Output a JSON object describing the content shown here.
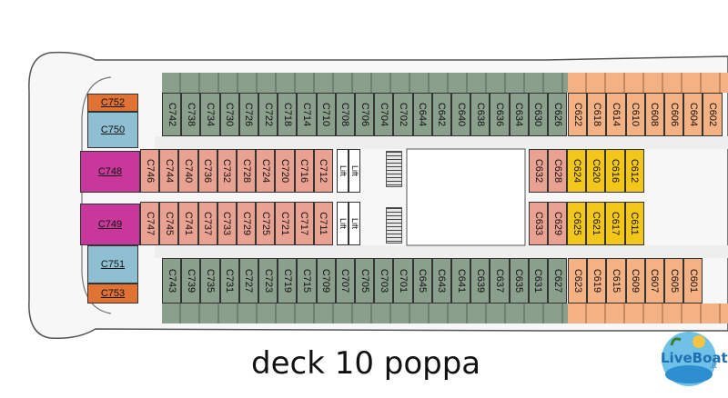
{
  "deck": {
    "title": "deck 10 poppa"
  },
  "logo": {
    "text": "LiveBoat",
    "suffix": ".it"
  },
  "lifts": {
    "label": "Lift"
  },
  "colors": {
    "suite_orange": "#e07234",
    "suite_blue": "#8fbfd2",
    "suite_magenta": "#c8389a",
    "balcony_gray": "#8a9f8c",
    "interior_pink": "#e9a192",
    "ocean_peach": "#f4b183",
    "ocean_yellow": "#f2c71a",
    "hull": "#f7f7f7",
    "corridor": "#eeeeee"
  },
  "cabins": {
    "top_gray": [
      "C742",
      "C738",
      "C734",
      "C730",
      "C726",
      "C722",
      "C718",
      "C714",
      "C710",
      "C708",
      "C706",
      "C704",
      "C702",
      "C644",
      "C642",
      "C640",
      "C638",
      "C636",
      "C634",
      "C630",
      "C626"
    ],
    "top_peach": [
      "C622",
      "C618",
      "C614",
      "C610",
      "C608",
      "C606",
      "C604",
      "C602"
    ],
    "row2_pink": [
      "C746",
      "C744",
      "C740",
      "C736",
      "C732",
      "C728",
      "C724",
      "C720",
      "C716",
      "C712"
    ],
    "row2_pink_mid": [
      "C632",
      "C628"
    ],
    "row2_yellow": [
      "C624",
      "C620",
      "C616",
      "C612"
    ],
    "row3_pink": [
      "C747",
      "C745",
      "C741",
      "C737",
      "C733",
      "C729",
      "C725",
      "C721",
      "C717",
      "C711"
    ],
    "row3_pink_mid": [
      "C633",
      "C629"
    ],
    "row3_yellow": [
      "C625",
      "C621",
      "C617",
      "C611"
    ],
    "bottom_gray": [
      "C743",
      "C739",
      "C735",
      "C731",
      "C727",
      "C723",
      "C719",
      "C715",
      "C709",
      "C707",
      "C705",
      "C703",
      "C701",
      "C645",
      "C643",
      "C641",
      "C639",
      "C637",
      "C635",
      "C631",
      "C627"
    ],
    "bottom_peach": [
      "C623",
      "C619",
      "C615",
      "C609",
      "C607",
      "C605",
      "C601"
    ],
    "stern": [
      "C752",
      "C750",
      "C748",
      "C749",
      "C751",
      "C753"
    ]
  }
}
